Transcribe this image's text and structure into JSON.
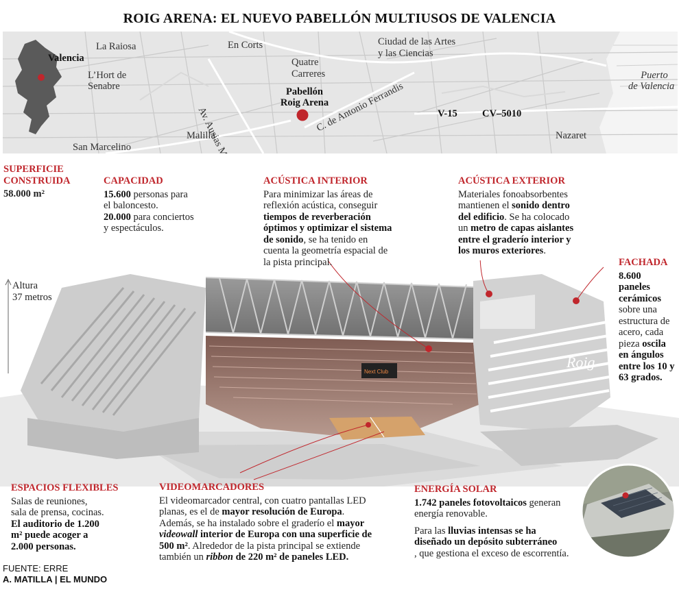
{
  "title": "ROIG ARENA: EL NUEVO PABELLÓN MULTIUSOS DE VALENCIA",
  "map": {
    "valencia": "Valencia",
    "la_raiosa": "La Raiosa",
    "en_corts": "En Corts",
    "ciudad_artes_1": "Ciudad de las Artes",
    "ciudad_artes_2": "y las Ciencias",
    "puerto_1": "Puerto",
    "puerto_2": "de Valencia",
    "hort_1": "L’Hort de",
    "hort_2": "Senabre",
    "quatre_1": "Quatre",
    "quatre_2": "Carreres",
    "ausias": "Av. Ausias March",
    "pabellon_1": "Pabellón",
    "pabellon_2": "Roig Arena",
    "ferrandis": "C. de Antonio Ferrandis",
    "v15": "V-15",
    "cv5010": "CV–5010",
    "malilla": "Malilla",
    "nazaret": "Nazaret",
    "san_marcelino": "San Marcelino"
  },
  "superficie": {
    "heading_1": "SUPERFICIE",
    "heading_2": "CONSTRUIDA",
    "value": "58.000 m²"
  },
  "capacidad": {
    "heading": "CAPACIDAD",
    "n1": "15.600",
    "t1a": " personas para",
    "t1b": "el baloncesto.",
    "n2": "20.000",
    "t2a": " para conciertos",
    "t2b": "y espectáculos."
  },
  "acustica_interior": {
    "heading": "ACÚSTICA INTERIOR",
    "l1": "Para minimizar las áreas de",
    "l2": "reflexión acústica, conseguir",
    "l3": "tiempos de reverberación",
    "l4": "óptimos y optimizar el sistema",
    "l5a": "de sonido",
    "l5b": ", se ha tenido en",
    "l6": "cuenta la geometría espacial de",
    "l7": "la pista principal."
  },
  "acustica_exterior": {
    "heading": "ACÚSTICA EXTERIOR",
    "l1": "Materiales fonoabsorbentes",
    "l2a": "mantienen el ",
    "l2b": "sonido dentro",
    "l3a": "del edificio",
    "l3b": ". Se ha colocado",
    "l4a": "un ",
    "l4b": "metro de capas aislantes",
    "l5": "entre el graderío interior y",
    "l6": "los muros exteriores",
    "l6b": "."
  },
  "fachada": {
    "heading": "FACHADA",
    "l1": "8.600",
    "l2": "paneles",
    "l3": "cerámicos",
    "l4": "sobre una",
    "l5": "estructura de",
    "l6": "acero, cada",
    "l7a": "pieza ",
    "l7b": "oscila",
    "l8": "en ángulos",
    "l9": "entre los 10 y",
    "l10": "63 grados."
  },
  "altura": {
    "l1": "Altura",
    "l2": "37 metros"
  },
  "espacios": {
    "heading": "ESPACIOS FLEXIBLES",
    "l1": "Salas de reuniones,",
    "l2": "sala de prensa, cocinas.",
    "l3": "El auditorio de 1.200",
    "l4": "m² puede acoger a",
    "l5": "2.000 personas."
  },
  "videomarcadores": {
    "heading": "VIDEOMARCADORES",
    "l1": "El videomarcador central, con cuatro pantallas LED",
    "l2a": "planas, es el de ",
    "l2b": "mayor resolución de Europa",
    "l2c": ".",
    "l3a": "Además, se ha instalado sobre el graderío el ",
    "l3b": "mayor",
    "l4a": "videowall",
    "l4b": " interior de Europa con una superficie de",
    "l5": "500 m²",
    "l5b": ". Alrededor de la pista principal se extiende",
    "l6a": "también un ",
    "l6b": "ribbon",
    "l6c": " de 220 m² de paneles LED."
  },
  "energia": {
    "heading": "ENERGÍA SOLAR",
    "l1a": "1.742 paneles fotovoltaicos",
    "l1b": " generan",
    "l2": "energía renovable.",
    "l3a": "Para las ",
    "l3b": "lluvias intensas se ha",
    "l4": "diseñado un depósito subterráneo",
    "l5": ", que gestiona el exceso de escorrentía."
  },
  "arena_brand": "Roig",
  "scoreboard_text": "Next Club",
  "footer": {
    "source": "FUENTE: ERRE",
    "credit": "A. MATILLA | EL MUNDO"
  },
  "colors": {
    "accent_red": "#c0262c",
    "map_bg": "#e8e8e8",
    "region_gray": "#5a5a5a"
  }
}
